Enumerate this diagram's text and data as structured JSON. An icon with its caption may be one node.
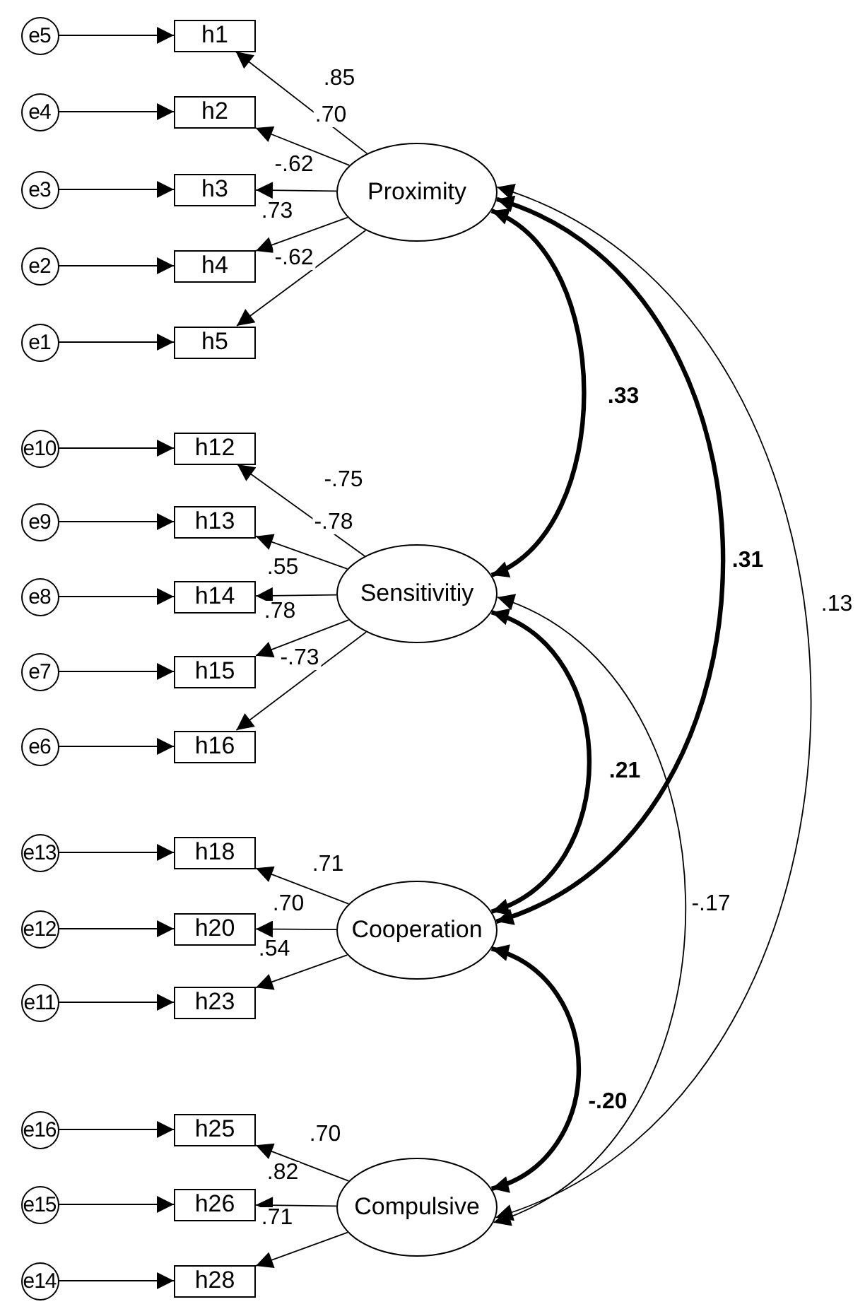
{
  "diagram": {
    "nodes": [
      {
        "text": [
          "e5"
        ]
      },
      {
        "text": [
          "e4"
        ]
      },
      {
        "text": [
          "e3"
        ]
      },
      {
        "text": [
          "e2"
        ]
      },
      {
        "text": [
          "e1"
        ]
      },
      {
        "text": [
          "h1"
        ]
      },
      {
        "text": [
          "h2"
        ]
      },
      {
        "text": [
          "h3"
        ]
      },
      {
        "text": [
          "h4"
        ]
      },
      {
        "text": [
          "h5"
        ]
      },
      {
        "text": [
          "Proximity"
        ]
      },
      {
        "text": [
          "e10"
        ]
      },
      {
        "text": [
          "e9"
        ]
      },
      {
        "text": [
          "e8"
        ]
      },
      {
        "text": [
          "e7"
        ]
      },
      {
        "text": [
          "e6"
        ]
      },
      {
        "text": [
          "h12"
        ]
      },
      {
        "text": [
          "h13"
        ]
      },
      {
        "text": [
          "h14"
        ]
      },
      {
        "text": [
          "h15"
        ]
      },
      {
        "text": [
          "h16"
        ]
      },
      {
        "text": [
          "Sensitivitiy"
        ]
      },
      {
        "text": [
          "e13"
        ]
      },
      {
        "text": [
          "e12"
        ]
      },
      {
        "text": [
          "e11"
        ]
      },
      {
        "text": [
          "h18"
        ]
      },
      {
        "text": [
          "h20"
        ]
      },
      {
        "text": [
          "h23"
        ]
      },
      {
        "text": [
          "Cooperation"
        ]
      },
      {
        "text": [
          "e16"
        ]
      },
      {
        "text": [
          "e15"
        ]
      },
      {
        "text": [
          "e14"
        ]
      },
      {
        "text": [
          "h25"
        ]
      },
      {
        "text": [
          "h26"
        ]
      },
      {
        "text": [
          "h28"
        ]
      },
      {
        "text": [
          "Compulsive"
        ]
      }
    ],
    "edges": [
      {
        "from": 0,
        "to": 5,
        "arrow": "to"
      },
      {
        "from": 1,
        "to": 6,
        "arrow": "to"
      },
      {
        "from": 2,
        "to": 7,
        "arrow": "to"
      },
      {
        "from": 3,
        "to": 8,
        "arrow": "to"
      },
      {
        "from": 4,
        "to": 9,
        "arrow": "to"
      },
      {
        "from": 10,
        "to": 5,
        "arrow": "to",
        "label": ".85"
      },
      {
        "from": 10,
        "to": 6,
        "arrow": "to",
        "label": ".70"
      },
      {
        "from": 10,
        "to": 7,
        "arrow": "to",
        "label": "-.62"
      },
      {
        "from": 10,
        "to": 8,
        "arrow": "to",
        "label": ".73"
      },
      {
        "from": 10,
        "to": 9,
        "arrow": "to",
        "label": "-.62"
      },
      {
        "from": 11,
        "to": 16,
        "arrow": "to"
      },
      {
        "from": 12,
        "to": 17,
        "arrow": "to"
      },
      {
        "from": 13,
        "to": 18,
        "arrow": "to"
      },
      {
        "from": 14,
        "to": 19,
        "arrow": "to"
      },
      {
        "from": 15,
        "to": 20,
        "arrow": "to"
      },
      {
        "from": 21,
        "to": 16,
        "arrow": "to",
        "label": "-.75"
      },
      {
        "from": 21,
        "to": 17,
        "arrow": "to",
        "label": "-.78"
      },
      {
        "from": 21,
        "to": 18,
        "arrow": "to",
        "label": ".55"
      },
      {
        "from": 21,
        "to": 19,
        "arrow": "to",
        "label": ".78"
      },
      {
        "from": 21,
        "to": 20,
        "arrow": "to",
        "label": "-.73"
      },
      {
        "from": 22,
        "to": 25,
        "arrow": "to"
      },
      {
        "from": 23,
        "to": 26,
        "arrow": "to"
      },
      {
        "from": 24,
        "to": 27,
        "arrow": "to"
      },
      {
        "from": 28,
        "to": 25,
        "arrow": "to",
        "label": ".71"
      },
      {
        "from": 28,
        "to": 26,
        "arrow": "to",
        "label": ".70"
      },
      {
        "from": 28,
        "to": 27,
        "arrow": "to",
        "label": ".54"
      },
      {
        "from": 29,
        "to": 32,
        "arrow": "to"
      },
      {
        "from": 30,
        "to": 33,
        "arrow": "to"
      },
      {
        "from": 31,
        "to": 34,
        "arrow": "to"
      },
      {
        "from": 35,
        "to": 32,
        "arrow": "to",
        "label": ".70"
      },
      {
        "from": 35,
        "to": 33,
        "arrow": "to",
        "label": ".82"
      },
      {
        "from": 35,
        "to": 34,
        "arrow": "to",
        "label": ".71"
      },
      {
        "from": 10,
        "to": 21,
        "arrow": "both",
        "label": ".33",
        "style": "thick"
      },
      {
        "from": 10,
        "to": 28,
        "arrow": "both",
        "label": ".31",
        "style": "thick"
      },
      {
        "from": 10,
        "to": 35,
        "arrow": "both",
        "label": ".13"
      },
      {
        "from": 21,
        "to": 28,
        "arrow": "both",
        "label": ".21",
        "style": "thick"
      },
      {
        "from": 21,
        "to": 35,
        "arrow": "both",
        "label": "-.17"
      },
      {
        "from": 28,
        "to": 35,
        "arrow": "both",
        "label": "-.20",
        "style": "thick"
      }
    ]
  }
}
